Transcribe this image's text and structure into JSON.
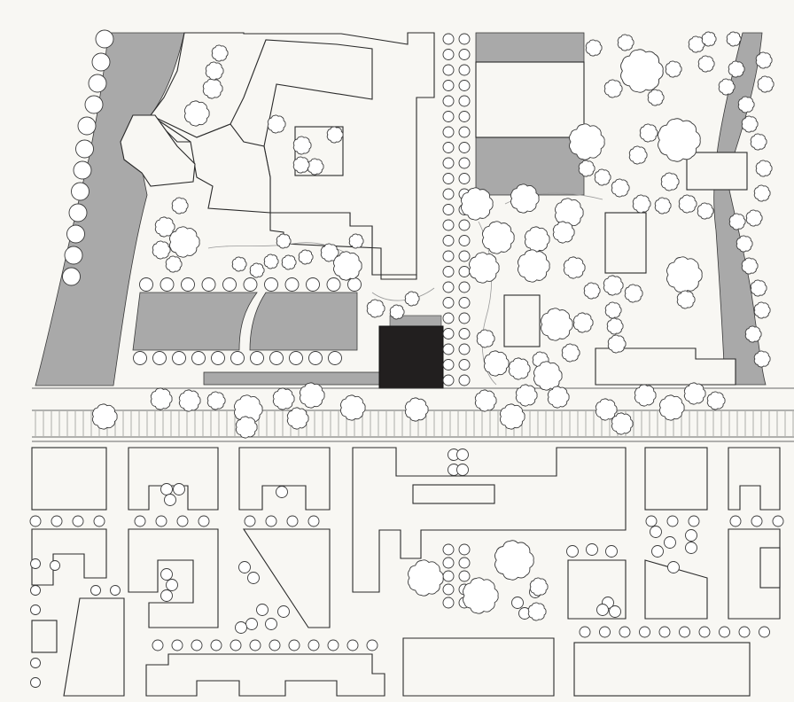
{
  "map": {
    "type": "site-plan",
    "colors": {
      "background": "#f8f7f3",
      "highlight_building": "#221f1f",
      "water_and_courts": "#a9a9a9",
      "lines": "#2a2a2a",
      "tree_fill": "#ffffff"
    },
    "symbols": [
      "building-footprint",
      "tree-canopy",
      "street-tree",
      "water-body",
      "sports-court",
      "tram-track-hatching"
    ]
  }
}
